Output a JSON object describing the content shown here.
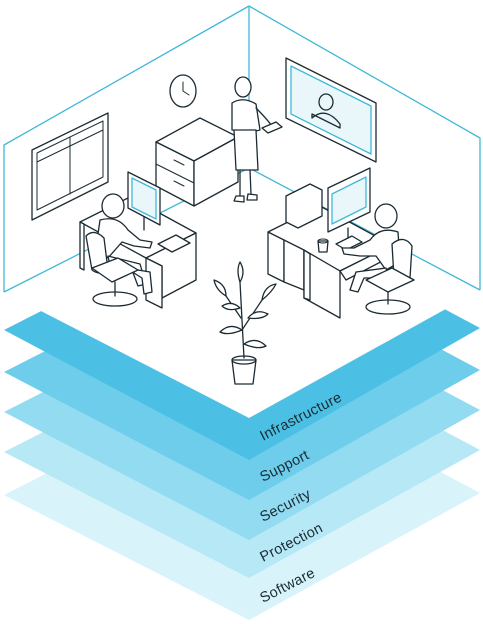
{
  "layers": [
    {
      "label": "Infrastructure",
      "color": "#4cc0e4"
    },
    {
      "label": "Support",
      "color": "#6dcdeb"
    },
    {
      "label": "Security",
      "color": "#92dbf1"
    },
    {
      "label": "Protection",
      "color": "#b7e8f6"
    },
    {
      "label": "Software",
      "color": "#d9f3fb"
    }
  ],
  "accent_color": "#41b8d8"
}
